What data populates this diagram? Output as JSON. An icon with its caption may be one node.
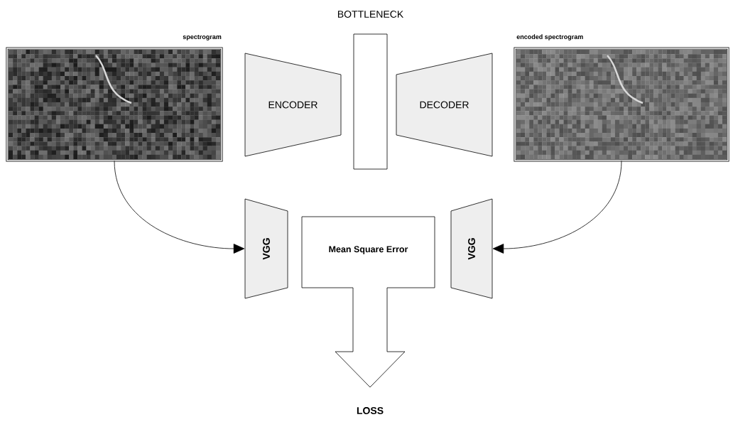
{
  "diagram": {
    "nodes": [
      {
        "text": [
          "spectrogram"
        ]
      },
      {
        "text": [
          "ENCODER"
        ]
      },
      {
        "text": [
          "BOTTLENECK"
        ]
      },
      {
        "text": [
          "DECODER"
        ]
      },
      {
        "text": [
          "encoded spectrogram"
        ]
      },
      {
        "text": [
          "VGG"
        ]
      },
      {
        "text": [
          "Mean Square Error"
        ]
      },
      {
        "text": [
          "VGG"
        ]
      }
    ],
    "edges": [
      {
        "from": 0,
        "to": 5,
        "arrow": "to"
      },
      {
        "from": 4,
        "to": 7,
        "arrow": "to"
      }
    ],
    "labels": [
      "LOSS"
    ]
  }
}
